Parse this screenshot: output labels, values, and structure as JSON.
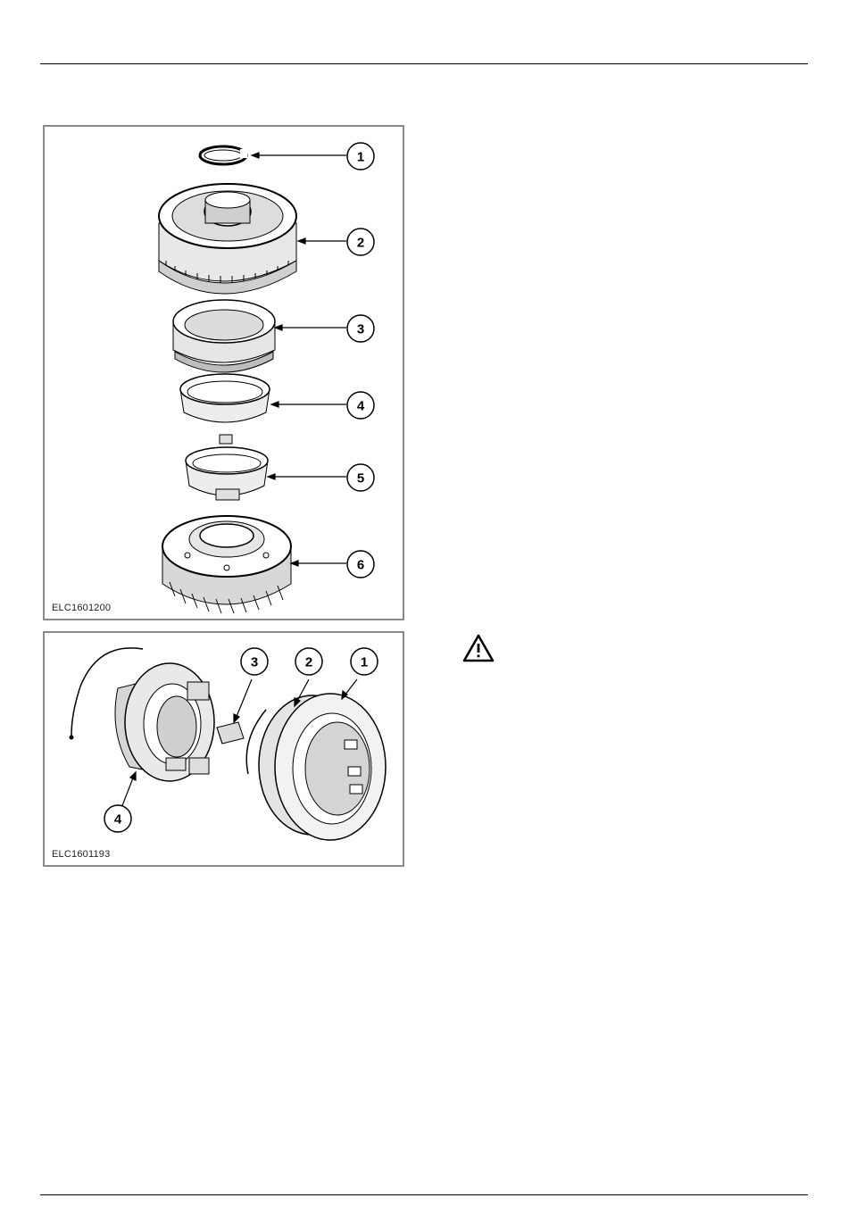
{
  "figure_1": {
    "code": "ELC1601200",
    "callouts": [
      "1",
      "2",
      "3",
      "4",
      "5",
      "6"
    ]
  },
  "figure_2": {
    "code": "ELC1601193",
    "callouts": [
      "3",
      "2",
      "1",
      "4"
    ]
  },
  "icons": {
    "warning": "warning-triangle-icon"
  }
}
